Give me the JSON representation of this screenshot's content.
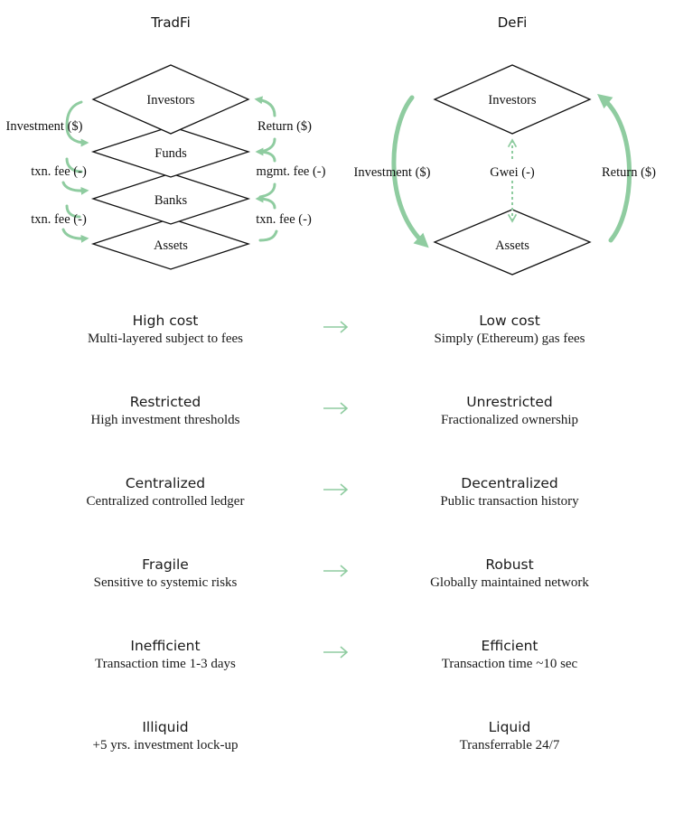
{
  "tradfi": {
    "title": "TradFi",
    "layers": [
      "Investors",
      "Funds",
      "Banks",
      "Assets"
    ],
    "left_labels": [
      "Investment ($)",
      "txn. fee (-)",
      "txn. fee (-)"
    ],
    "right_labels": [
      "Return ($)",
      "mgmt. fee (-)",
      "txn. fee (-)"
    ]
  },
  "defi": {
    "title": "DeFi",
    "layers": [
      "Investors",
      "Assets"
    ],
    "left_label": "Investment ($)",
    "center_label": "Gwei (-)",
    "right_label": "Return ($)"
  },
  "comparisons": [
    {
      "from_title": "High cost",
      "from_sub": "Multi-layered subject to fees",
      "to_title": "Low cost",
      "to_sub": "Simply (Ethereum) gas fees",
      "arrow": true
    },
    {
      "from_title": "Restricted",
      "from_sub": "High investment thresholds",
      "to_title": "Unrestricted",
      "to_sub": "Fractionalized ownership",
      "arrow": true
    },
    {
      "from_title": "Centralized",
      "from_sub": "Centralized controlled ledger",
      "to_title": "Decentralized",
      "to_sub": "Public transaction history",
      "arrow": true
    },
    {
      "from_title": "Fragile",
      "from_sub": "Sensitive to systemic risks",
      "to_title": "Robust",
      "to_sub": "Globally maintained network",
      "arrow": true
    },
    {
      "from_title": "Inefficient",
      "from_sub": "Transaction time 1-3 days",
      "to_title": "Efficient",
      "to_sub": "Transaction time ~10 sec",
      "arrow": true
    },
    {
      "from_title": "Illiquid",
      "from_sub": "+5 yrs. investment lock-up",
      "to_title": "Liquid",
      "to_sub": "Transferrable 24/7",
      "arrow": false
    }
  ],
  "colors": {
    "accent": "#8fcca0",
    "stroke": "#111111"
  }
}
